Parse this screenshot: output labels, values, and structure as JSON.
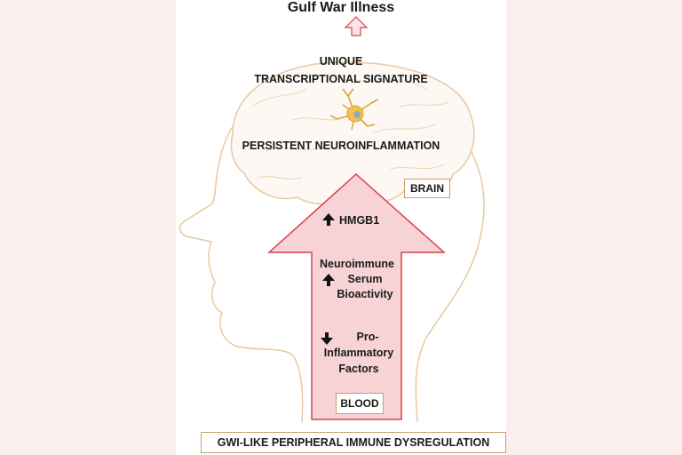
{
  "title": "Gulf War Illness",
  "brain": {
    "signature_line1": "UNIQUE",
    "signature_line2": "TRANSCRIPTIONAL SIGNATURE",
    "neuroinflammation": "PERSISTENT NEUROINFLAMMATION",
    "label": "BRAIN"
  },
  "arrow": {
    "hmgb1": "HMGB1",
    "serum_line1": "Neuroimmune",
    "serum_line2": "Serum",
    "serum_line3": "Bioactivity",
    "pro_line1": "Pro-",
    "pro_line2": "Inflammatory",
    "pro_line3": "Factors",
    "label": "BLOOD"
  },
  "footer": "GWI-LIKE PERIPHERAL IMMUNE DYSREGULATION",
  "colors": {
    "arrow_fill": "#f7d3d6",
    "arrow_stroke": "#d9414f",
    "outline": "#e8c9a2",
    "box_border": "#c9a06a",
    "neuron": "#f2c14e"
  }
}
